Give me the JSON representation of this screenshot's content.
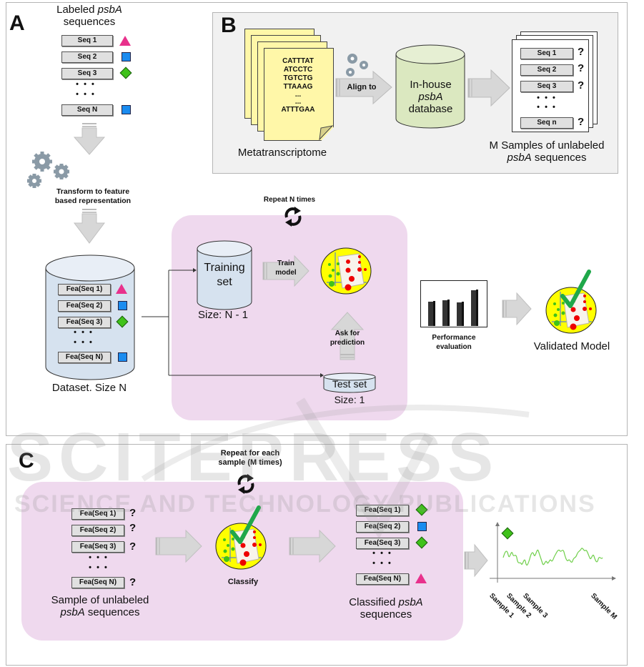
{
  "panel_a": {
    "letter": "A",
    "labeled_title_1": "Labeled ",
    "labeled_title_italic": "psbA",
    "labeled_title_2": "sequences",
    "sequences": [
      {
        "label": "Seq 1",
        "class": "triangle"
      },
      {
        "label": "Seq 2",
        "class": "square"
      },
      {
        "label": "Seq 3",
        "class": "diamond"
      },
      {
        "label": "Seq N",
        "class": "square"
      }
    ],
    "ellipsis": "• • •",
    "transform_label": "Transform to feature based representation",
    "transform_line1": "Transform to feature",
    "transform_line2": "based representation",
    "dataset_features": [
      {
        "label": "Fea(Seq 1)",
        "class": "triangle"
      },
      {
        "label": "Fea(Seq 2)",
        "class": "square"
      },
      {
        "label": "Fea(Seq 3)",
        "class": "diamond"
      },
      {
        "label": "Fea(Seq N)",
        "class": "square"
      }
    ],
    "dataset_caption": "Dataset. Size N",
    "repeat_label": "Repeat N times",
    "training_set_line1": "Training",
    "training_set_line2": "set",
    "training_size": "Size: N - 1",
    "train_model_line1": "Train",
    "train_model_line2": "model",
    "ask_line1": "Ask for",
    "ask_line2": "prediction",
    "test_set": "Test set",
    "test_size": "Size: 1",
    "performance_line1": "Performance",
    "performance_line2": "evaluation",
    "validated_model": "Validated Model"
  },
  "panel_b": {
    "letter": "B",
    "metatranscriptome_lines": [
      "CATTTAT",
      "ATCCTC",
      "TGTCTG",
      "TTAAAG",
      "...",
      "...",
      "ATTTGAA"
    ],
    "metatranscriptome_caption": "Metatranscriptome",
    "align_label": "Align to",
    "db_line1": "In-house",
    "db_line2_italic": "psbA",
    "db_line3": "database",
    "unlabeled_sequences": [
      "Seq 1",
      "Seq  2",
      "Seq  3",
      "Seq n"
    ],
    "question_mark": "?",
    "samples_caption_line1": "M Samples of unlabeled",
    "samples_caption_italic": "psbA",
    "samples_caption_line2_rest": " sequences"
  },
  "panel_c": {
    "letter": "C",
    "repeat_line1": "Repeat for each",
    "repeat_line2": "sample (M times)",
    "unlabeled_features": [
      "Fea(Seq 1)",
      "Fea(Seq 2)",
      "Fea(Seq 3)",
      "Fea(Seq N)"
    ],
    "question_mark": "?",
    "unlabeled_caption_line1": "Sample of unlabeled",
    "unlabeled_caption_italic": "psbA",
    "unlabeled_caption_rest": " sequences",
    "classify_label": "Classify",
    "classified_features": [
      {
        "label": "Fea(Seq 1)",
        "class": "diamond"
      },
      {
        "label": "Fea(Seq 2)",
        "class": "square"
      },
      {
        "label": "Fea(Seq 3)",
        "class": "diamond"
      },
      {
        "label": "Fea(Seq N)",
        "class": "triangle"
      }
    ],
    "classified_caption_1": "Classified ",
    "classified_caption_italic": "psbA",
    "classified_caption_2": "sequences",
    "plot_x_labels": [
      "Sample 1",
      "Sample 2",
      "Sample 3",
      "Sample M"
    ]
  },
  "watermark": {
    "line1": "SCITEPRESS",
    "line2": "SCIENCE AND TECHNOLOGY PUBLICATIONS"
  },
  "colors": {
    "triangle": "#e8318c",
    "square": "#1a8cf0",
    "diamond": "#3fc21a",
    "pink_region": "#efd9ee",
    "panel_b_bg": "#f1f1f1",
    "yellow_paper": "#fff7a8",
    "db_green": "#dbe8c0",
    "cylinder_blue": "#d6e2ef",
    "check_green": "#1fa84a"
  }
}
